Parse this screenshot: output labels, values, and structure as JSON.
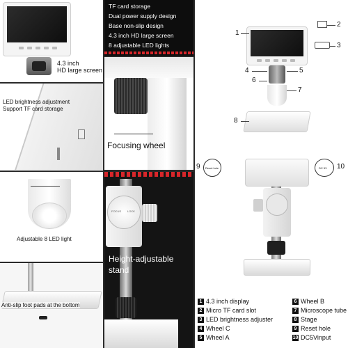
{
  "features": [
    "TF card storage",
    "Dual power supply design",
    "Base non-slip design",
    "4.3 inch HD large screen",
    "8 adjustable LED lights"
  ],
  "panel_labels": {
    "screen": [
      "4.3 inch",
      "HD large screen"
    ],
    "led_tf": [
      "LED brightness adjustment",
      "Support TF card storage"
    ],
    "focusing": "Focusing wheel",
    "led_light": "Adjustable 8 LED light",
    "height_stand": [
      "Height-adjustable",
      "stand"
    ],
    "foot_pads": "Anti-slip foot pads at the bottom",
    "wheel_small_text": [
      "FOCUS",
      "LOCK"
    ]
  },
  "callouts": {
    "n1": "1",
    "n2": "2",
    "n3": "3",
    "n4": "4",
    "n5": "5",
    "n6": "6",
    "n7": "7",
    "n8": "8",
    "n9": "9",
    "n10": "10",
    "reset_hole": "Reset hole",
    "dc_in": "DC 5V"
  },
  "legend": [
    {
      "num": "1",
      "label": "4.3 inch display"
    },
    {
      "num": "2",
      "label": "Micro TF card slot"
    },
    {
      "num": "3",
      "label": "LED brightness adjuster"
    },
    {
      "num": "4",
      "label": "Wheel C"
    },
    {
      "num": "5",
      "label": "Wheel A"
    },
    {
      "num": "6",
      "label": "Wheel B"
    },
    {
      "num": "7",
      "label": "Microscope tube"
    },
    {
      "num": "8",
      "label": "Stage"
    },
    {
      "num": "9",
      "label": "Reset hole"
    },
    {
      "num": "10",
      "label": "DC5Vinput"
    }
  ],
  "colors": {
    "accent_red": "#d7262a",
    "dark_bg": "#1a1a1a",
    "feature_bg": "#0d0d0d"
  }
}
